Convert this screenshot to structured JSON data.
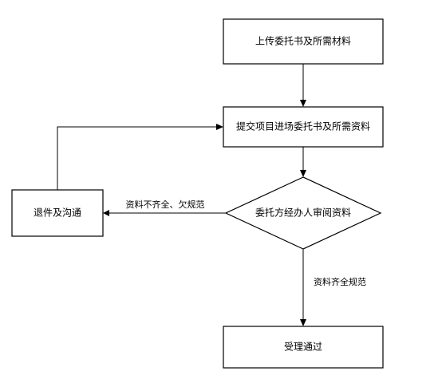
{
  "diagram": {
    "nodes": {
      "upload": "上传委托书及所需材料",
      "submit": "提交项目进场委托书及所需资料",
      "review": "委托方经办人审阅资料",
      "return": "退件及沟通",
      "accept": "受理通过"
    },
    "edges": {
      "incomplete_label": "资料不齐全、欠规范",
      "complete_label": "资料齐全规范"
    },
    "colors": {
      "stroke": "#000000",
      "fill": "#ffffff",
      "text": "#000000"
    }
  }
}
